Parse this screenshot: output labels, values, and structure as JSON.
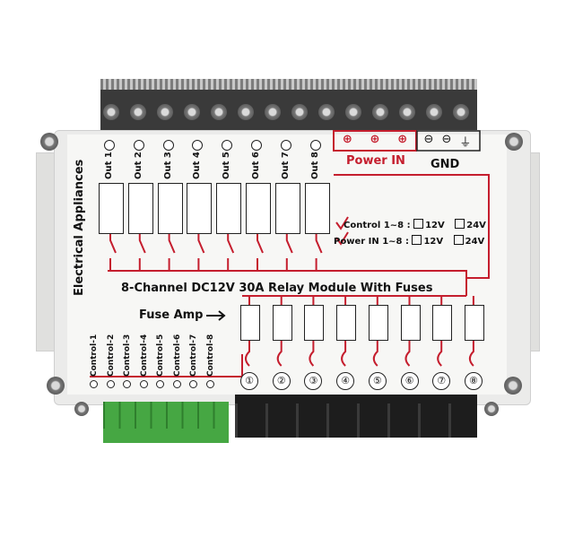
{
  "product": {
    "side_label": "Electrical Appliances",
    "main_title": "8-Channel DC12V 30A  Relay Module With Fuses",
    "fuse_label": "Fuse Amp",
    "power_in_label": "Power IN",
    "gnd_label": "GND",
    "control_range_label": "Control 1~8 :",
    "power_range_label": "Power IN 1~8 :",
    "v12": "12V",
    "v24": "24V"
  },
  "outputs": [
    "Out 1",
    "Out 2",
    "Out 3",
    "Out 4",
    "Out 5",
    "Out 6",
    "Out 7",
    "Out 8"
  ],
  "controls": [
    "Control-1",
    "Control-2",
    "Control-3",
    "Control-4",
    "Control-5",
    "Control-6",
    "Control-7",
    "Control-8"
  ],
  "fuse_numbers": [
    "①",
    "②",
    "③",
    "④",
    "⑤",
    "⑥",
    "⑦",
    "⑧"
  ],
  "colors": {
    "accent": "#c51e2e",
    "terminal_green": "#46a743",
    "terminal_black": "#1d1d1d"
  }
}
